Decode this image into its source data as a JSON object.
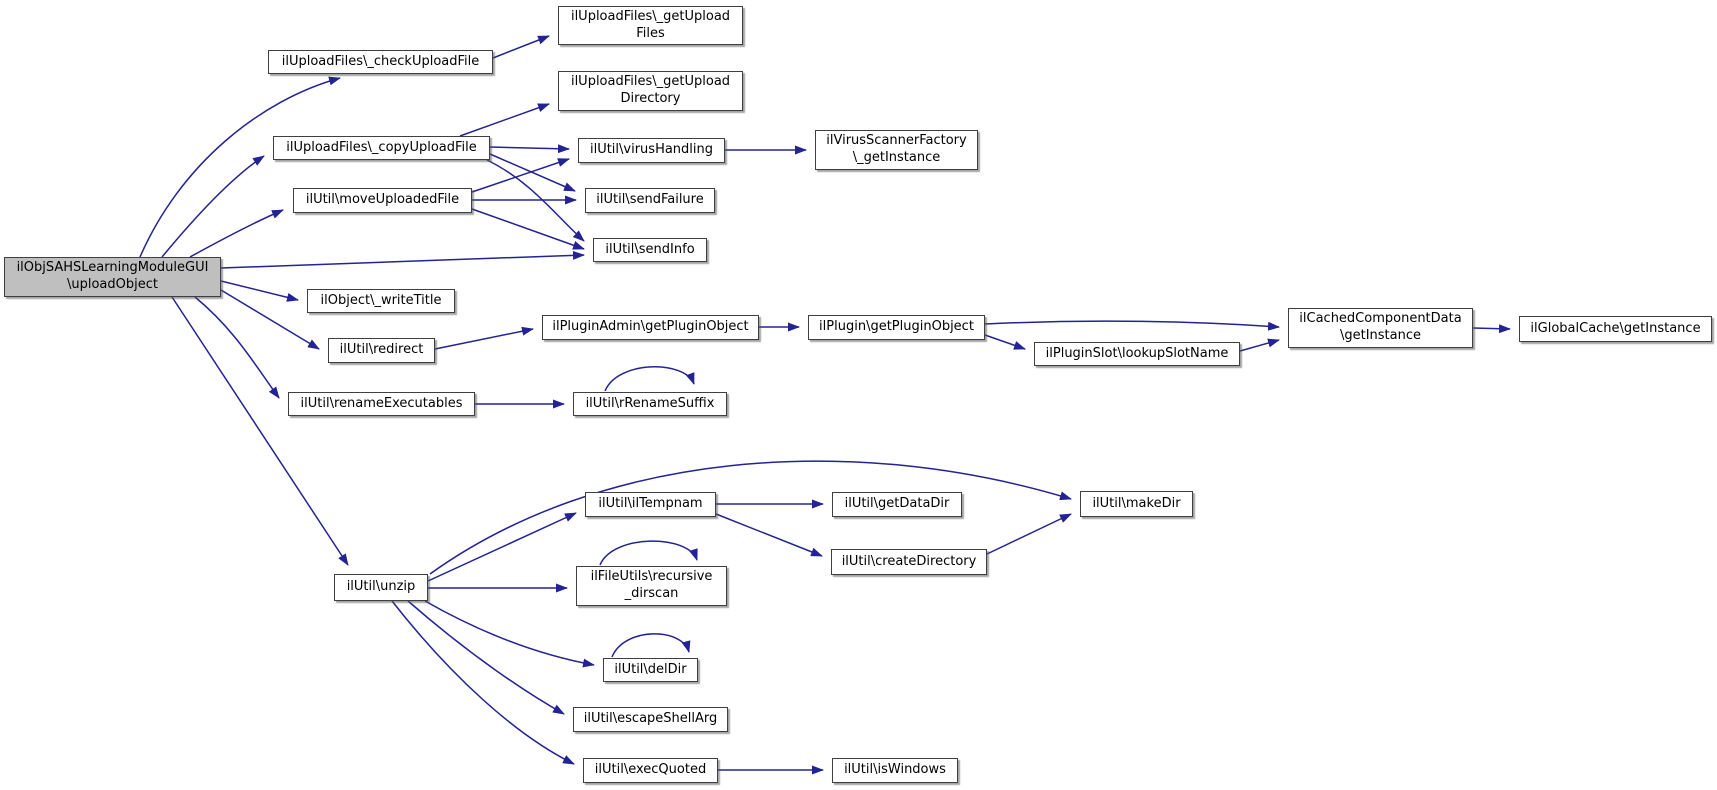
{
  "diagram": {
    "type": "call-graph",
    "edge_color": "#232394",
    "node_border_color": "#3f3f3f",
    "node_fill": "#ffffff",
    "root_node_fill": "#bfbfbf",
    "background": "#ffffff"
  },
  "nodes": {
    "root": {
      "label": "ilObjSAHSLearningModuleGUI\n\\uploadObject"
    },
    "check_upload_file": {
      "label": "ilUploadFiles\\_checkUploadFile"
    },
    "get_upload_files": {
      "label": "ilUploadFiles\\_getUpload\nFiles"
    },
    "get_upload_directory": {
      "label": "ilUploadFiles\\_getUpload\nDirectory"
    },
    "copy_upload_file": {
      "label": "ilUploadFiles\\_copyUploadFile"
    },
    "virus_handling": {
      "label": "ilUtil\\virusHandling"
    },
    "virus_scanner_factory": {
      "label": "ilVirusScannerFactory\n\\_getInstance"
    },
    "move_uploaded_file": {
      "label": "ilUtil\\moveUploadedFile"
    },
    "send_failure": {
      "label": "ilUtil\\sendFailure"
    },
    "send_info": {
      "label": "ilUtil\\sendInfo"
    },
    "write_title": {
      "label": "ilObject\\_writeTitle"
    },
    "redirect": {
      "label": "ilUtil\\redirect"
    },
    "plugin_admin_get_plugin_object": {
      "label": "ilPluginAdmin\\getPluginObject"
    },
    "plugin_get_plugin_object": {
      "label": "ilPlugin\\getPluginObject"
    },
    "lookup_slot_name": {
      "label": "ilPluginSlot\\lookupSlotName"
    },
    "cached_component_data": {
      "label": "ilCachedComponentData\n\\getInstance"
    },
    "global_cache": {
      "label": "ilGlobalCache\\getInstance"
    },
    "rename_executables": {
      "label": "ilUtil\\renameExecutables"
    },
    "r_rename_suffix": {
      "label": "ilUtil\\rRenameSuffix"
    },
    "unzip": {
      "label": "ilUtil\\unzip"
    },
    "il_tempnam": {
      "label": "ilUtil\\ilTempnam"
    },
    "get_data_dir": {
      "label": "ilUtil\\getDataDir"
    },
    "create_directory": {
      "label": "ilUtil\\createDirectory"
    },
    "make_dir": {
      "label": "ilUtil\\makeDir"
    },
    "recursive_dirscan": {
      "label": "ilFileUtils\\recursive\n_dirscan"
    },
    "del_dir": {
      "label": "ilUtil\\delDir"
    },
    "escape_shell_arg": {
      "label": "ilUtil\\escapeShellArg"
    },
    "exec_quoted": {
      "label": "ilUtil\\execQuoted"
    },
    "is_windows": {
      "label": "ilUtil\\isWindows"
    }
  }
}
